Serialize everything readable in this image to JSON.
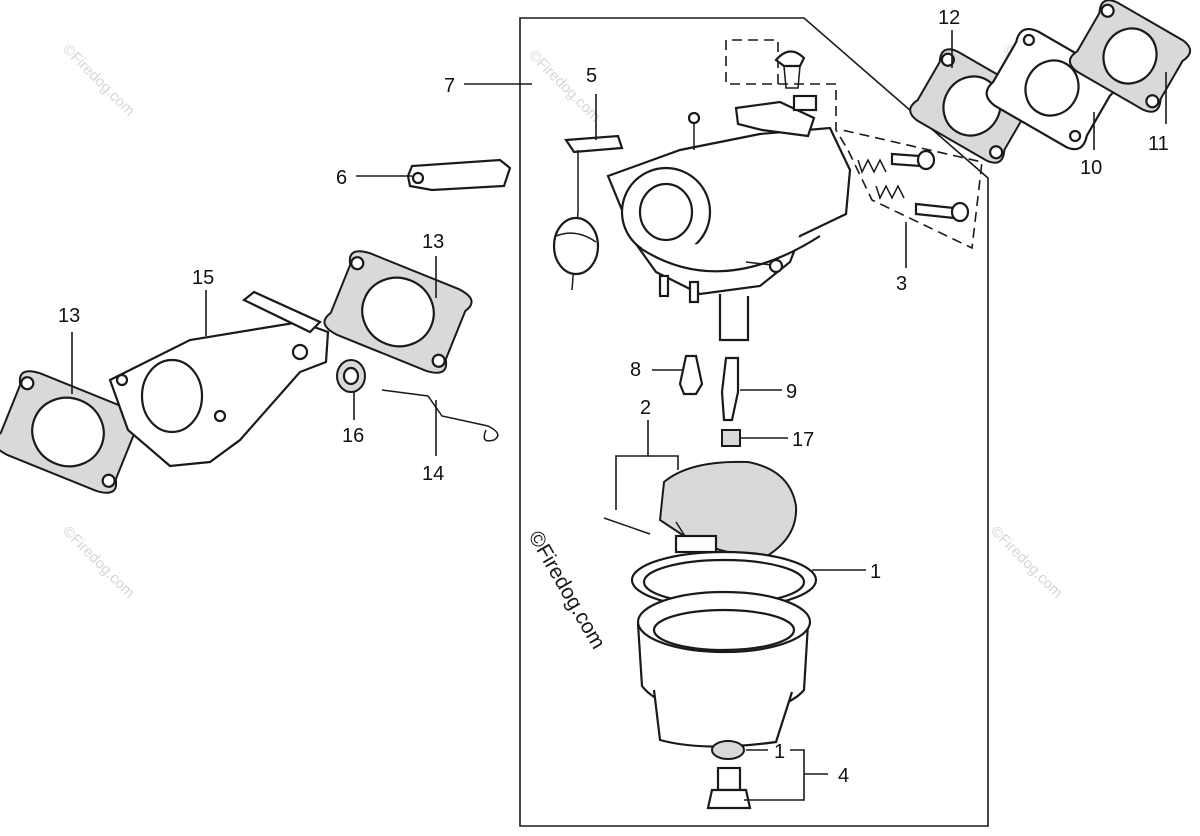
{
  "watermarks": {
    "small": "©Firedog.com",
    "main": "©Firedog.com"
  },
  "callouts": {
    "p1a": "1",
    "p1b": "1",
    "p2": "2",
    "p3": "3",
    "p4": "4",
    "p5": "5",
    "p6": "6",
    "p7": "7",
    "p8": "8",
    "p9": "9",
    "p10": "10",
    "p11": "11",
    "p12": "12",
    "p13a": "13",
    "p13b": "13",
    "p14": "14",
    "p15": "15",
    "p16": "16",
    "p17": "17"
  }
}
